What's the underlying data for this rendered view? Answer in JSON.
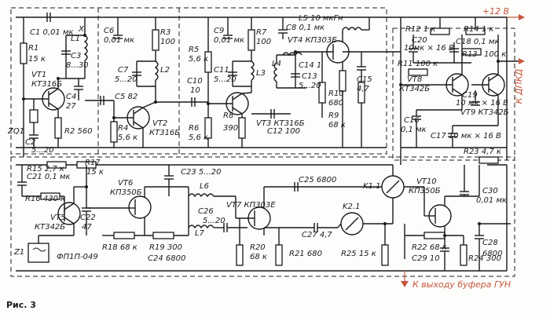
{
  "figure_caption": "Рис. 3",
  "power_label": "+12 В",
  "outputs": {
    "dpkd": "К ДПКД",
    "buffer": "К выходу буфера ГУН"
  },
  "labels": [
    {
      "id": "C1",
      "text": "C1  0,01 мк"
    },
    {
      "id": "X",
      "text": "X"
    },
    {
      "id": "L1",
      "text": "L1"
    },
    {
      "id": "C3",
      "text": "C3"
    },
    {
      "id": "C3v",
      "text": "8...30"
    },
    {
      "id": "R1",
      "text": "R1"
    },
    {
      "id": "R1v",
      "text": "15 к"
    },
    {
      "id": "VT1",
      "text": "VT1"
    },
    {
      "id": "VT1t",
      "text": "КТ316Б"
    },
    {
      "id": "C4",
      "text": "C4"
    },
    {
      "id": "C4v",
      "text": "27"
    },
    {
      "id": "ZQ1",
      "text": "ZQ1"
    },
    {
      "id": "C2",
      "text": "C2"
    },
    {
      "id": "C2v",
      "text": "5...20"
    },
    {
      "id": "R2",
      "text": "R2  560"
    },
    {
      "id": "C6",
      "text": "C6"
    },
    {
      "id": "C6v",
      "text": "0,01 мк"
    },
    {
      "id": "R3",
      "text": "R3"
    },
    {
      "id": "R3v",
      "text": "100"
    },
    {
      "id": "C7",
      "text": "C7"
    },
    {
      "id": "C7v",
      "text": "5...20"
    },
    {
      "id": "L2",
      "text": "L2"
    },
    {
      "id": "C5",
      "text": "C5  82"
    },
    {
      "id": "R4",
      "text": "R4"
    },
    {
      "id": "R4v",
      "text": "5,6 к"
    },
    {
      "id": "VT2",
      "text": "VT2"
    },
    {
      "id": "VT2t",
      "text": "КТ316Б"
    },
    {
      "id": "R5",
      "text": "R5"
    },
    {
      "id": "R5v",
      "text": "5,6 к"
    },
    {
      "id": "C10",
      "text": "C10"
    },
    {
      "id": "C10v",
      "text": "10"
    },
    {
      "id": "R6",
      "text": "R6"
    },
    {
      "id": "R6v",
      "text": "5,6 к"
    },
    {
      "id": "C9",
      "text": "C9"
    },
    {
      "id": "C9v",
      "text": "0,01 мк"
    },
    {
      "id": "R7",
      "text": "R7"
    },
    {
      "id": "R7v",
      "text": "100"
    },
    {
      "id": "C11",
      "text": "C11"
    },
    {
      "id": "C11v",
      "text": "5...20"
    },
    {
      "id": "L3",
      "text": "L3"
    },
    {
      "id": "R8",
      "text": "R8"
    },
    {
      "id": "R8v",
      "text": "390"
    },
    {
      "id": "VT3",
      "text": "VT3  КТ316Б"
    },
    {
      "id": "C12",
      "text": "C12  100"
    },
    {
      "id": "L5",
      "text": "L5  10 мкГн"
    },
    {
      "id": "C8",
      "text": "C8   0,1 мк"
    },
    {
      "id": "VT4",
      "text": "VT4  КП303Е"
    },
    {
      "id": "L4",
      "text": "L4"
    },
    {
      "id": "C14",
      "text": "C14 1"
    },
    {
      "id": "C13",
      "text": "C13"
    },
    {
      "id": "C13v",
      "text": "5...20"
    },
    {
      "id": "C15",
      "text": "C15"
    },
    {
      "id": "C15v",
      "text": "4,7"
    },
    {
      "id": "R10",
      "text": "R10"
    },
    {
      "id": "R10v",
      "text": "680"
    },
    {
      "id": "R9",
      "text": "R9"
    },
    {
      "id": "R9v",
      "text": "68 к"
    },
    {
      "id": "R12",
      "text": "R12  1 к"
    },
    {
      "id": "R14",
      "text": "R14  1 к"
    },
    {
      "id": "C20",
      "text": "C20"
    },
    {
      "id": "C20v",
      "text": "10мк × 16 В"
    },
    {
      "id": "C18",
      "text": "C18  0,1 мк"
    },
    {
      "id": "R11",
      "text": "R11 100 к"
    },
    {
      "id": "R13",
      "text": "R13"
    },
    {
      "id": "R13v",
      "text": "100 к"
    },
    {
      "id": "VT8",
      "text": "VT8"
    },
    {
      "id": "VT8t",
      "text": "КТ342Б"
    },
    {
      "id": "C19",
      "text": "C19"
    },
    {
      "id": "C19v",
      "text": "10 мк × 16 В"
    },
    {
      "id": "C16",
      "text": "C16"
    },
    {
      "id": "C16v",
      "text": "0,1 мк"
    },
    {
      "id": "VT9",
      "text": "VT9  КТ342Б"
    },
    {
      "id": "C17",
      "text": "C17   10 мк × 16 В"
    },
    {
      "id": "R23",
      "text": "R23   4,7 к"
    },
    {
      "id": "R15",
      "text": "R15  2,7 к"
    },
    {
      "id": "C21",
      "text": "C21  0,1 мк"
    },
    {
      "id": "R17",
      "text": "R17"
    },
    {
      "id": "R17v",
      "text": "15 к"
    },
    {
      "id": "VT6",
      "text": "VT6"
    },
    {
      "id": "VT6t",
      "text": "КП350Б"
    },
    {
      "id": "C23",
      "text": "C23   5...20"
    },
    {
      "id": "L6",
      "text": "L6"
    },
    {
      "id": "C25",
      "text": "C25  6800"
    },
    {
      "id": "K11",
      "text": "K1.1"
    },
    {
      "id": "VT10",
      "text": "VT10"
    },
    {
      "id": "VT10t",
      "text": "КП350Б"
    },
    {
      "id": "C30",
      "text": "C30"
    },
    {
      "id": "C30v",
      "text": "0,01 мк"
    },
    {
      "id": "R16",
      "text": "R16  430 к"
    },
    {
      "id": "VT5",
      "text": "VT5"
    },
    {
      "id": "VT5t",
      "text": "КТ342Б"
    },
    {
      "id": "C22",
      "text": "C22"
    },
    {
      "id": "C22v",
      "text": "47"
    },
    {
      "id": "VT7",
      "text": "VT7   КП303Е"
    },
    {
      "id": "C26",
      "text": "C26"
    },
    {
      "id": "C26v",
      "text": "5...20"
    },
    {
      "id": "L7",
      "text": "L7"
    },
    {
      "id": "K21",
      "text": "K2.1"
    },
    {
      "id": "R18",
      "text": "R18  68 к"
    },
    {
      "id": "R19",
      "text": "R19  300"
    },
    {
      "id": "C24",
      "text": "C24  6800"
    },
    {
      "id": "Z1",
      "text": "Z1"
    },
    {
      "id": "Z1t",
      "text": "ФП1П-049"
    },
    {
      "id": "R20",
      "text": "R20"
    },
    {
      "id": "R20v",
      "text": "68 к"
    },
    {
      "id": "C27",
      "text": "C27   4,7"
    },
    {
      "id": "R21",
      "text": "R21  680"
    },
    {
      "id": "R25",
      "text": "R25  15 к"
    },
    {
      "id": "R22",
      "text": "R22   68 к"
    },
    {
      "id": "C29",
      "text": "C29  10"
    },
    {
      "id": "R24",
      "text": "R24  300"
    },
    {
      "id": "C28",
      "text": "C28"
    },
    {
      "id": "C28v",
      "text": "6800"
    }
  ]
}
